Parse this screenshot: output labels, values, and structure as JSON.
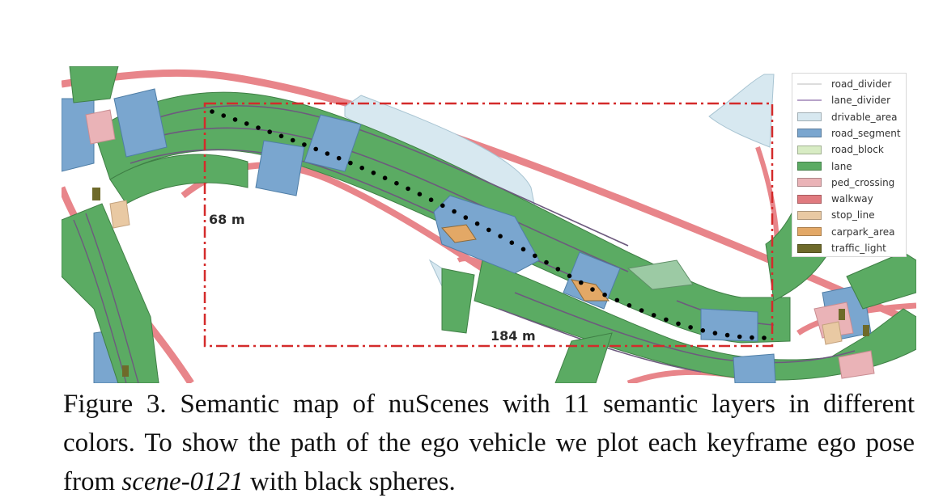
{
  "figure": {
    "dimensions": {
      "height": "68 m",
      "width": "184 m"
    },
    "legend": [
      {
        "label": "road_divider",
        "color": "#dcdcdc",
        "kind": "line"
      },
      {
        "label": "lane_divider",
        "color": "#b7a3c9",
        "kind": "line"
      },
      {
        "label": "drivable_area",
        "color": "#d7e8f0",
        "kind": "patch"
      },
      {
        "label": "road_segment",
        "color": "#7aa6cf",
        "kind": "patch"
      },
      {
        "label": "road_block",
        "color": "#d8ecc4",
        "kind": "patch"
      },
      {
        "label": "lane",
        "color": "#5bab63",
        "kind": "patch"
      },
      {
        "label": "ped_crossing",
        "color": "#eab3b7",
        "kind": "patch"
      },
      {
        "label": "walkway",
        "color": "#e07a7f",
        "kind": "patch"
      },
      {
        "label": "stop_line",
        "color": "#e9c9a3",
        "kind": "patch"
      },
      {
        "label": "carpark_area",
        "color": "#e3a866",
        "kind": "patch"
      },
      {
        "label": "traffic_light",
        "color": "#6e6a2a",
        "kind": "patch"
      }
    ],
    "ego_path_color": "#000000",
    "box_color": "#d42b2b"
  },
  "caption": {
    "prefix": "Figure 3. Semantic map of nuScenes with 11 semantic layers in different colors. To show the path of the ego vehicle we plot each keyframe ego pose from ",
    "scene": "scene-0121",
    "suffix": " with black spheres."
  }
}
